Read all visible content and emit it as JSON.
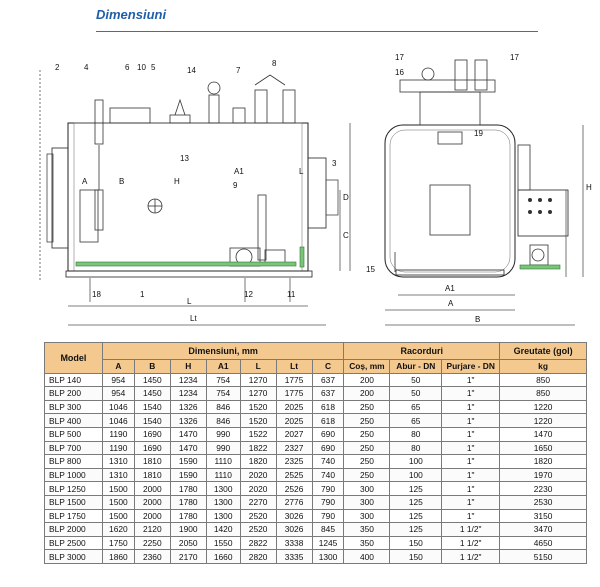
{
  "page": {
    "title": "Dimensiuni"
  },
  "drawing_labels": {
    "side": [
      "2",
      "4",
      "6",
      "10",
      "5",
      "14",
      "7",
      "8",
      "13",
      "9",
      "3",
      "18",
      "1",
      "12",
      "11"
    ],
    "side_dims": [
      "A",
      "B",
      "H",
      "A1",
      "L",
      "C",
      "D",
      "L",
      "Lt"
    ],
    "front": [
      "17",
      "16",
      "17",
      "19",
      "15"
    ],
    "front_dims": [
      "A1",
      "A",
      "B",
      "H"
    ]
  },
  "table": {
    "group_headers": {
      "model": "Model",
      "dims": "Dimensiuni, mm",
      "racorduri": "Racorduri",
      "greutate": "Greutate (gol)"
    },
    "sub_headers": [
      "A",
      "B",
      "H",
      "A1",
      "L",
      "Lt",
      "C",
      "Coș, mm",
      "Abur - DN",
      "Purjare - DN",
      "kg"
    ],
    "rows": [
      [
        "BLP 140",
        "954",
        "1450",
        "1234",
        "754",
        "1270",
        "1775",
        "637",
        "200",
        "50",
        "1\"",
        "850"
      ],
      [
        "BLP 200",
        "954",
        "1450",
        "1234",
        "754",
        "1270",
        "1775",
        "637",
        "200",
        "50",
        "1\"",
        "850"
      ],
      [
        "BLP 300",
        "1046",
        "1540",
        "1326",
        "846",
        "1520",
        "2025",
        "618",
        "250",
        "65",
        "1\"",
        "1220"
      ],
      [
        "BLP 400",
        "1046",
        "1540",
        "1326",
        "846",
        "1520",
        "2025",
        "618",
        "250",
        "65",
        "1\"",
        "1220"
      ],
      [
        "BLP 500",
        "1190",
        "1690",
        "1470",
        "990",
        "1522",
        "2027",
        "690",
        "250",
        "80",
        "1\"",
        "1470"
      ],
      [
        "BLP 700",
        "1190",
        "1690",
        "1470",
        "990",
        "1822",
        "2327",
        "690",
        "250",
        "80",
        "1\"",
        "1650"
      ],
      [
        "BLP 800",
        "1310",
        "1810",
        "1590",
        "1110",
        "1820",
        "2325",
        "740",
        "250",
        "100",
        "1\"",
        "1820"
      ],
      [
        "BLP 1000",
        "1310",
        "1810",
        "1590",
        "1110",
        "2020",
        "2525",
        "740",
        "250",
        "100",
        "1\"",
        "1970"
      ],
      [
        "BLP 1250",
        "1500",
        "2000",
        "1780",
        "1300",
        "2020",
        "2526",
        "790",
        "300",
        "125",
        "1\"",
        "2230"
      ],
      [
        "BLP 1500",
        "1500",
        "2000",
        "1780",
        "1300",
        "2270",
        "2776",
        "790",
        "300",
        "125",
        "1\"",
        "2530"
      ],
      [
        "BLP 1750",
        "1500",
        "2000",
        "1780",
        "1300",
        "2520",
        "3026",
        "790",
        "300",
        "125",
        "1\"",
        "3150"
      ],
      [
        "BLP 2000",
        "1620",
        "2120",
        "1900",
        "1420",
        "2520",
        "3026",
        "845",
        "350",
        "125",
        "1 1/2\"",
        "3470"
      ],
      [
        "BLP 2500",
        "1750",
        "2250",
        "2050",
        "1550",
        "2822",
        "3338",
        "1245",
        "350",
        "150",
        "1 1/2\"",
        "4650"
      ],
      [
        "BLP 3000",
        "1860",
        "2360",
        "2170",
        "1660",
        "2820",
        "3335",
        "1300",
        "400",
        "150",
        "1 1/2\"",
        "5150"
      ]
    ]
  }
}
